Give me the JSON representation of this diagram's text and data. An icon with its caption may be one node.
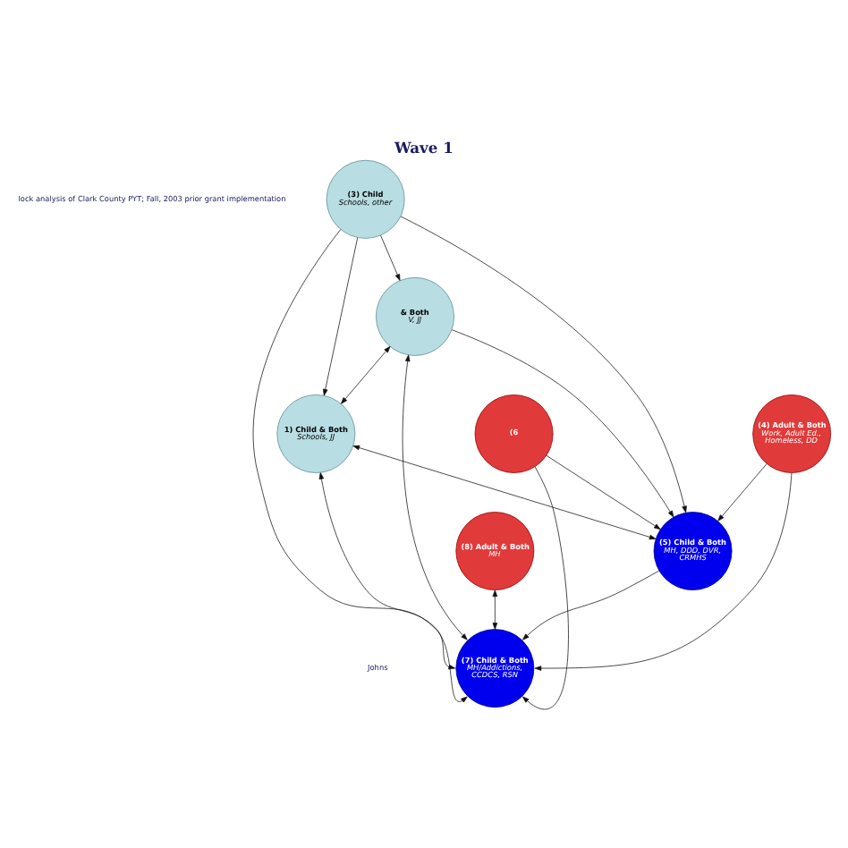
{
  "diagram": {
    "title": "Wave 1",
    "nodes": [
      {
        "text": [
          "(3) Child",
          "Schools, other"
        ]
      },
      {
        "text": [
          "& Both",
          "V, JJ"
        ]
      },
      {
        "text": [
          "1) Child & Both",
          "Schools, JJ"
        ]
      },
      {
        "text": [
          "(7) Child & Both",
          "MH/Addictions, CCDCS, RSN"
        ]
      },
      {
        "text": [
          "(8) Adult & Both",
          "MH"
        ]
      },
      {
        "text": [
          "(5) Child & Both",
          "MH, DDD, DVR, CRMHS"
        ]
      },
      {
        "text": [
          "(4) Adult & Both",
          "Work, Adult Ed., Homeless, DD"
        ]
      },
      {
        "text": [
          "(6"
        ]
      }
    ],
    "edges": [
      {
        "from": 0,
        "to": 1,
        "arrow": "to"
      },
      {
        "from": 0,
        "to": 2,
        "arrow": "to"
      },
      {
        "from": 0,
        "to": 5,
        "arrow": "to"
      },
      {
        "from": 0,
        "to": 3,
        "arrow": "to"
      },
      {
        "from": 1,
        "to": 3,
        "arrow": "both"
      },
      {
        "from": 1,
        "to": 2,
        "arrow": "both"
      },
      {
        "from": 1,
        "to": 5,
        "arrow": "to"
      },
      {
        "from": 2,
        "to": 3,
        "arrow": "both"
      },
      {
        "from": 2,
        "to": 5,
        "arrow": "both"
      },
      {
        "from": 5,
        "to": 3,
        "arrow": "to"
      },
      {
        "from": 4,
        "to": 3,
        "arrow": "both"
      },
      {
        "from": 6,
        "to": 3,
        "arrow": "to"
      },
      {
        "from": 6,
        "to": 5,
        "arrow": "to"
      },
      {
        "from": 7,
        "to": 3,
        "arrow": "to"
      },
      {
        "from": 7,
        "to": 5,
        "arrow": "to"
      }
    ],
    "labels": [
      "lock analysis of Clark County PYT; Fall, 2003 prior grant implementation",
      "Johns"
    ]
  }
}
